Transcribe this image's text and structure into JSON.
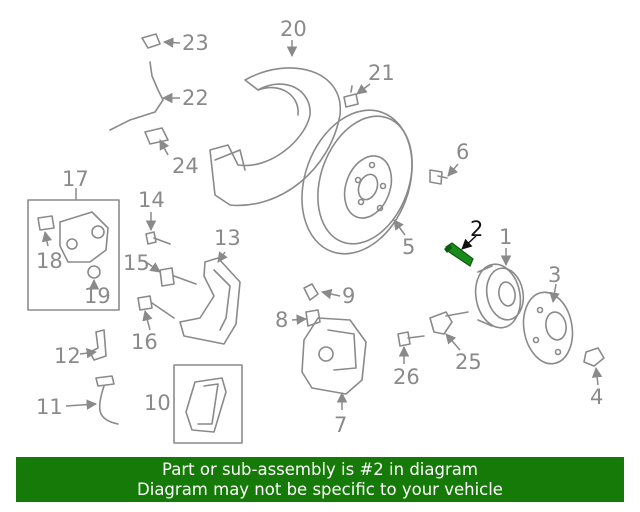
{
  "diagram": {
    "highlight_label": "2",
    "highlight_color": "#1a8a1a",
    "callouts": [
      "1",
      "2",
      "3",
      "4",
      "5",
      "6",
      "7",
      "8",
      "9",
      "10",
      "11",
      "12",
      "13",
      "14",
      "15",
      "16",
      "17",
      "18",
      "19",
      "20",
      "21",
      "22",
      "23",
      "24",
      "25",
      "26"
    ]
  },
  "banner": {
    "line1": "Part or sub-assembly is #2 in diagram",
    "line2": "Diagram may not be specific to your vehicle",
    "color": "#157a07"
  }
}
